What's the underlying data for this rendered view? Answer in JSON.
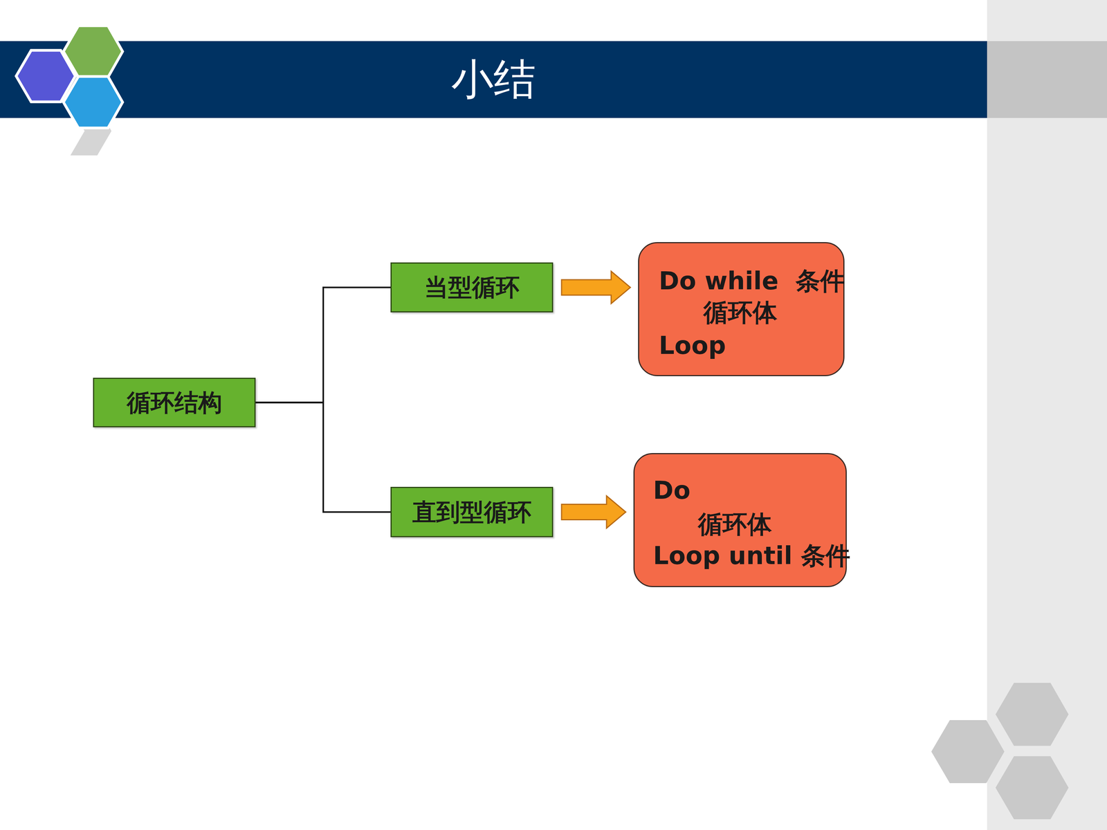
{
  "diagram": {
    "title": "小结",
    "nodes": [
      {
        "text": [
          "循环结构"
        ]
      },
      {
        "text": [
          "当型循环"
        ]
      },
      {
        "text": [
          "Do while  条件",
          "循环体",
          "Loop"
        ]
      },
      {
        "text": [
          "直到型循环"
        ]
      },
      {
        "text": [
          "Do",
          "循环体",
          "Loop until 条件"
        ]
      }
    ],
    "edges": [
      {
        "from": 0,
        "to": 1,
        "arrow": "none"
      },
      {
        "from": 0,
        "to": 3,
        "arrow": "none"
      },
      {
        "from": 1,
        "to": 2,
        "arrow": "to"
      },
      {
        "from": 3,
        "to": 4,
        "arrow": "to"
      }
    ]
  }
}
